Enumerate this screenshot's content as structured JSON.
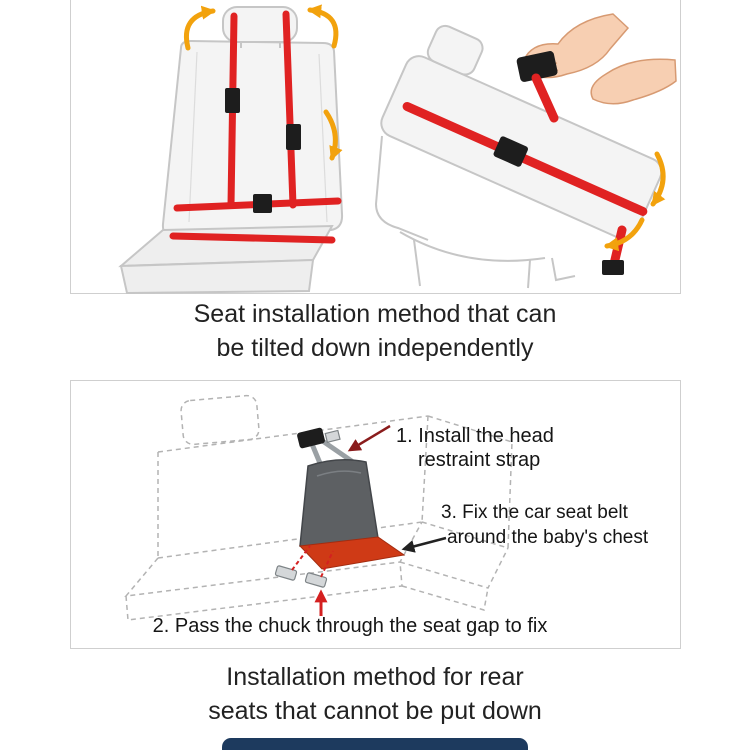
{
  "colors": {
    "strap_red": "#e02222",
    "arrow_yellow": "#f2a20d",
    "panel_border": "#cfcfcf",
    "text_dark": "#222222",
    "pad_gray": "#5d6063",
    "base_red": "#cf3a16",
    "skin": "#f7cfb2",
    "navy_bar": "#1d3a5e",
    "ann_arrow_dark": "#8a1c1c",
    "ann_arrow_black": "#222222",
    "ann_arrow_red": "#d42020"
  },
  "panel_tilt": {
    "caption_line1": "Seat installation method that can",
    "caption_line2": "be tilted down independently"
  },
  "panel_rear": {
    "step1_line1": "1. Install the head",
    "step1_line2": "restraint strap",
    "step3_line1": "3. Fix the car seat belt",
    "step3_line2": "around the baby's chest",
    "step2": "2. Pass the chuck through the seat gap to fix",
    "caption_line1": "Installation method for rear",
    "caption_line2": "seats that cannot be put down"
  }
}
